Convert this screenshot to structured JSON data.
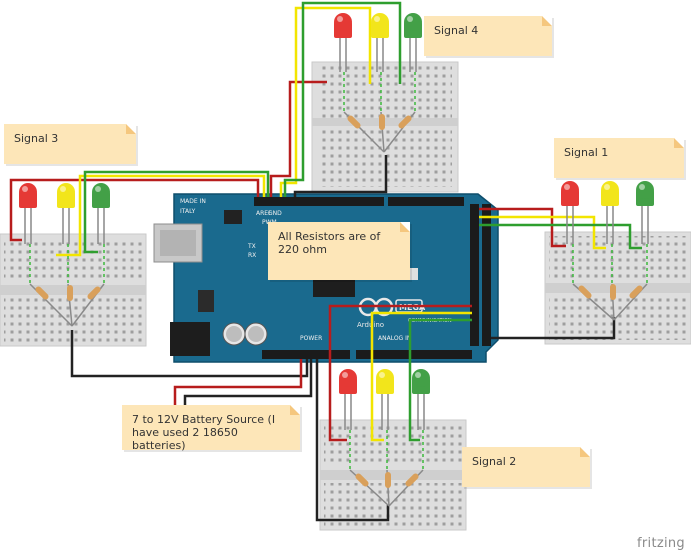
{
  "notes": {
    "signal4": "Signal 4",
    "signal3": "Signal 3",
    "signal1": "Signal 1",
    "signal2": "Signal 2",
    "resistors": "All Resistors are of 220 ohm",
    "battery": "7 to 12V Battery Source (I have used 2 18650 batteries)"
  },
  "board": {
    "made_in": "MADE IN",
    "italy": "ITALY",
    "aref": "AREF",
    "gnd": "GND",
    "pwm": "PWM",
    "tx": "TX",
    "rx": "RX",
    "brand_name": "Arduino",
    "mega_label": "MEGA",
    "power_label": "POWER",
    "analog_label": "ANALOG IN",
    "communication": "COMMUNICATION"
  },
  "watermark": "fritzing",
  "colors": {
    "led_red": "#e53935",
    "led_yellow": "#f2e51b",
    "led_green": "#43a047",
    "wire_red": "#b71c1c",
    "wire_yellow": "#f2e500",
    "wire_green": "#2e9e2e",
    "wire_black": "#222222",
    "board": "#1a6a8e",
    "note": "#fde6b8"
  }
}
